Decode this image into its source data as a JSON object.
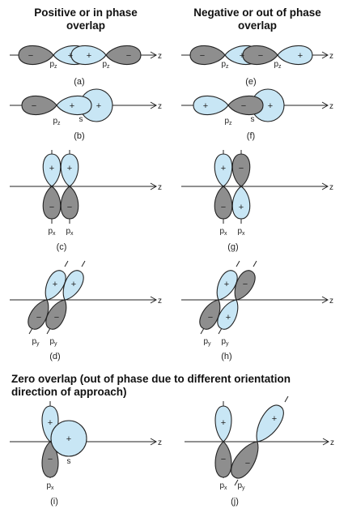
{
  "headings": {
    "positive": [
      "Positive or in phase",
      "overlap"
    ],
    "negative": [
      "Negative or out of phase",
      "overlap"
    ],
    "zero": [
      "Zero overlap (out of phase due to different orientation",
      "direction of approach)"
    ]
  },
  "axis_label": "z",
  "colors": {
    "positive_fill": "#c8e6f5",
    "negative_fill": "#8e8e8e",
    "outline": "#222222"
  },
  "panels": [
    {
      "caption": "(a)",
      "signs": [
        "−",
        "+",
        "+",
        "−"
      ],
      "orbitals": [
        "pz",
        "pz"
      ]
    },
    {
      "caption": "(e)",
      "signs": [
        "−",
        "+",
        "−",
        "+"
      ],
      "orbitals": [
        "pz",
        "pz"
      ]
    },
    {
      "caption": "(b)",
      "signs": [
        "−",
        "+",
        "+"
      ],
      "orbitals": [
        "pz",
        "s"
      ]
    },
    {
      "caption": "(f)",
      "signs": [
        "+",
        "−",
        "+"
      ],
      "orbitals": [
        "pz",
        "s"
      ]
    },
    {
      "caption": "(c)",
      "signs": [
        "+",
        "+",
        "−",
        "−"
      ],
      "orbitals": [
        "px",
        "px"
      ]
    },
    {
      "caption": "(g)",
      "signs": [
        "+",
        "−",
        "−",
        "+"
      ],
      "orbitals": [
        "px",
        "px"
      ]
    },
    {
      "caption": "(d)",
      "signs": [
        "+",
        "+",
        "−",
        "−"
      ],
      "orbitals": [
        "py",
        "py"
      ]
    },
    {
      "caption": "(h)",
      "signs": [
        "+",
        "−",
        "−",
        "+"
      ],
      "orbitals": [
        "py",
        "py"
      ]
    },
    {
      "caption": "(i)",
      "signs": [
        "+",
        "−",
        "+"
      ],
      "orbitals": [
        "px",
        "s"
      ]
    },
    {
      "caption": "(j)",
      "signs": [
        "+",
        "−",
        "+",
        "−"
      ],
      "orbitals": [
        "px",
        "py"
      ]
    }
  ]
}
